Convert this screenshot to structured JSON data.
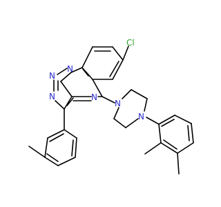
{
  "molecule": {
    "atoms": {
      "chlorine": "Cl",
      "triazole_n1": "N",
      "triazole_n2": "N",
      "triazole_n3": "N",
      "pyrimidine_n": "N",
      "piperazine_n1": "N",
      "piperazine_n2": "N"
    }
  },
  "colors": {
    "bond": "#000000",
    "nitrogen": "#2a2acc",
    "chlorine": "#2f9e2f",
    "background": "#ffffff"
  }
}
